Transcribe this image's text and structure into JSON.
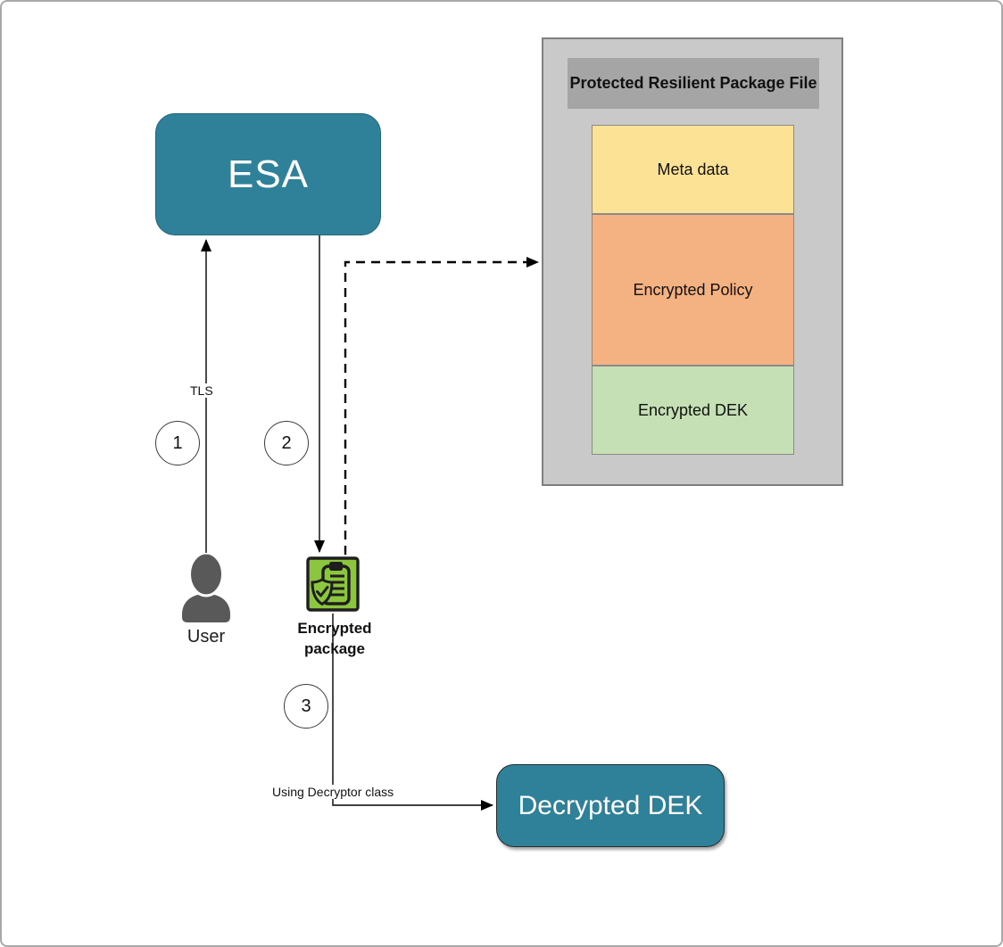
{
  "nodes": {
    "esa": {
      "label": "ESA"
    },
    "user": {
      "label": "User"
    },
    "encrypted_package": {
      "label": "Encrypted package"
    },
    "decrypted_dek": {
      "label": "Decrypted DEK"
    }
  },
  "package_file": {
    "title": "Protected Resilient Package File",
    "sections": [
      {
        "label": "Meta data",
        "color": "#FCE294"
      },
      {
        "label": "Encrypted Policy",
        "color": "#F4B181"
      },
      {
        "label": "Encrypted DEK",
        "color": "#C5E0B5"
      }
    ]
  },
  "edges": {
    "tls_label": "TLS",
    "decryptor_label": "Using Decryptor class"
  },
  "steps": [
    "1",
    "2",
    "3"
  ],
  "icons": {
    "user": "user-person-icon",
    "encrypted_package": "shield-clipboard-icon"
  },
  "colors": {
    "node_teal": "#2E8199",
    "container_gray": "#C9C9C9",
    "title_bar_gray": "#A5A5A5",
    "icon_green": "#8CC63E",
    "user_icon_gray": "#595959",
    "line_color": "#000000"
  }
}
